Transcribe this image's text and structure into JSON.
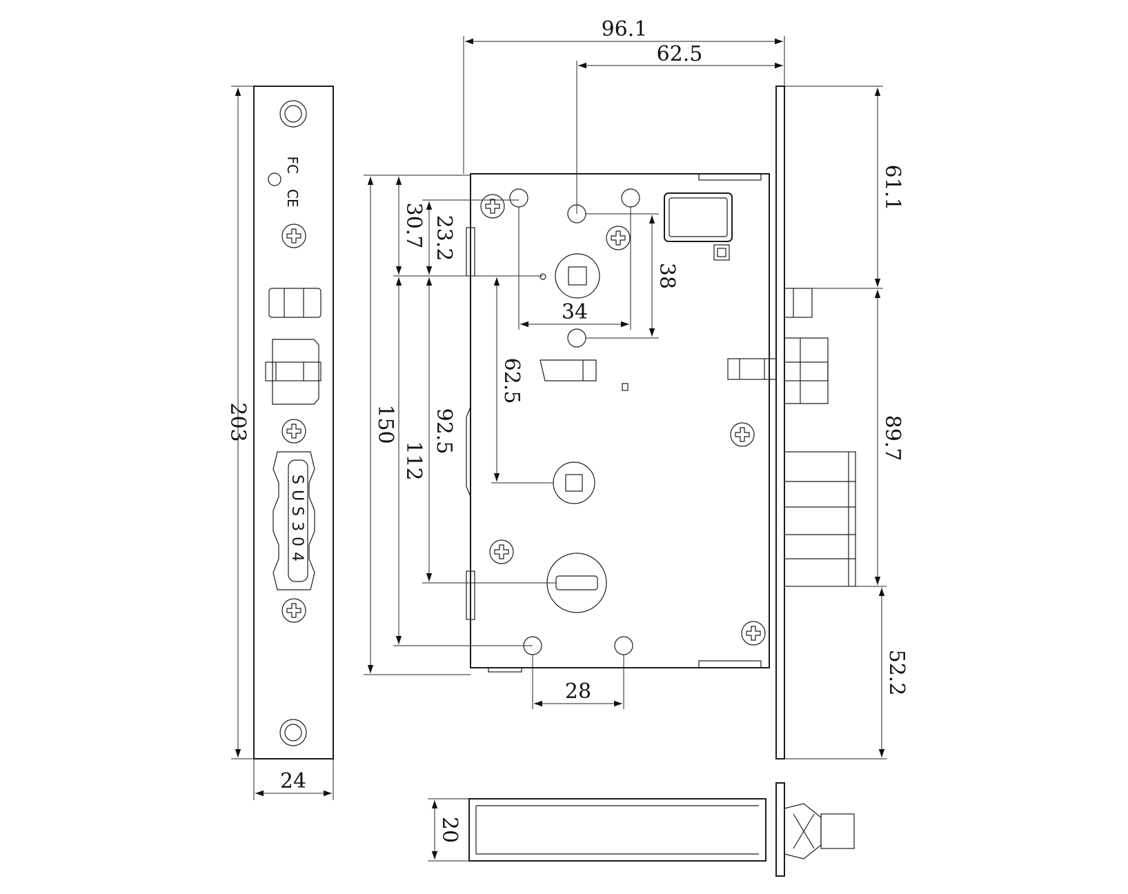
{
  "dimensions": {
    "faceplate_height": "203",
    "faceplate_width": "24",
    "top_width": "96.1",
    "top_backset": "62.5",
    "right_upper": "61.1",
    "right_middle": "89.7",
    "right_lower": "52.2",
    "case_height": "150",
    "upper_hole_offset": "30.7",
    "upper_hole_offset_inner": "23.2",
    "lower_hole_offset": "112",
    "cylinder_distance": "92.5",
    "thumbturn_distance": "62.5",
    "spindle_hole_spacing": "34",
    "vertical_hole_spacing": "38",
    "bottom_hole_spacing": "28",
    "case_thickness": "20"
  },
  "markings": {
    "material": "SUS304",
    "fc_mark": "FC",
    "ce_mark": "CE"
  }
}
